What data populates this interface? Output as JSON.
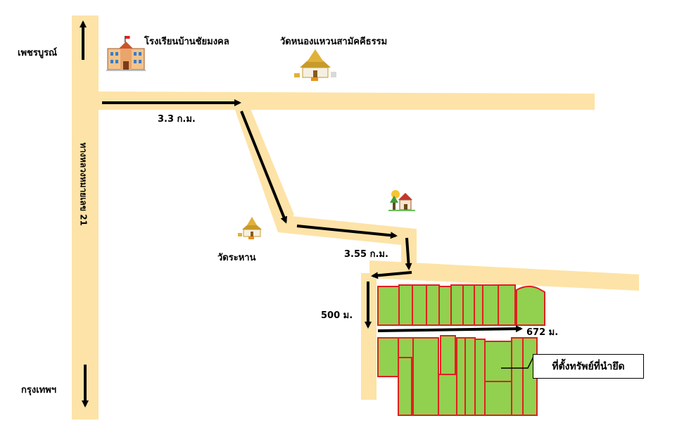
{
  "places": {
    "north_direction": "เพชรบูรณ์",
    "south_direction": "กรุงเทพฯ",
    "school": "โรงเรียนบ้านชัยมงคล",
    "temple_north": "วัดหนองแหวนสามัคคีธรรม",
    "temple_mid": "วัดระหาน"
  },
  "highway": {
    "label": "ทางหลวงหมายเลข 21"
  },
  "distances": {
    "segment1": "3.3 ก.ม.",
    "segment2": "3.55 ก.ม.",
    "segment3": "500 ม.",
    "segment4": "672 ม."
  },
  "property": {
    "label": "ที่ตั้งทรัพย์ที่นำยึด"
  },
  "colors": {
    "road": "#fde3a7",
    "plot_fill": "#92d050",
    "plot_border": "#e02020",
    "arrow": "#000000"
  },
  "icons": {
    "school": "school-building-icon",
    "temple_north": "temple-icon",
    "temple_mid": "temple-icon",
    "house": "house-icon"
  }
}
